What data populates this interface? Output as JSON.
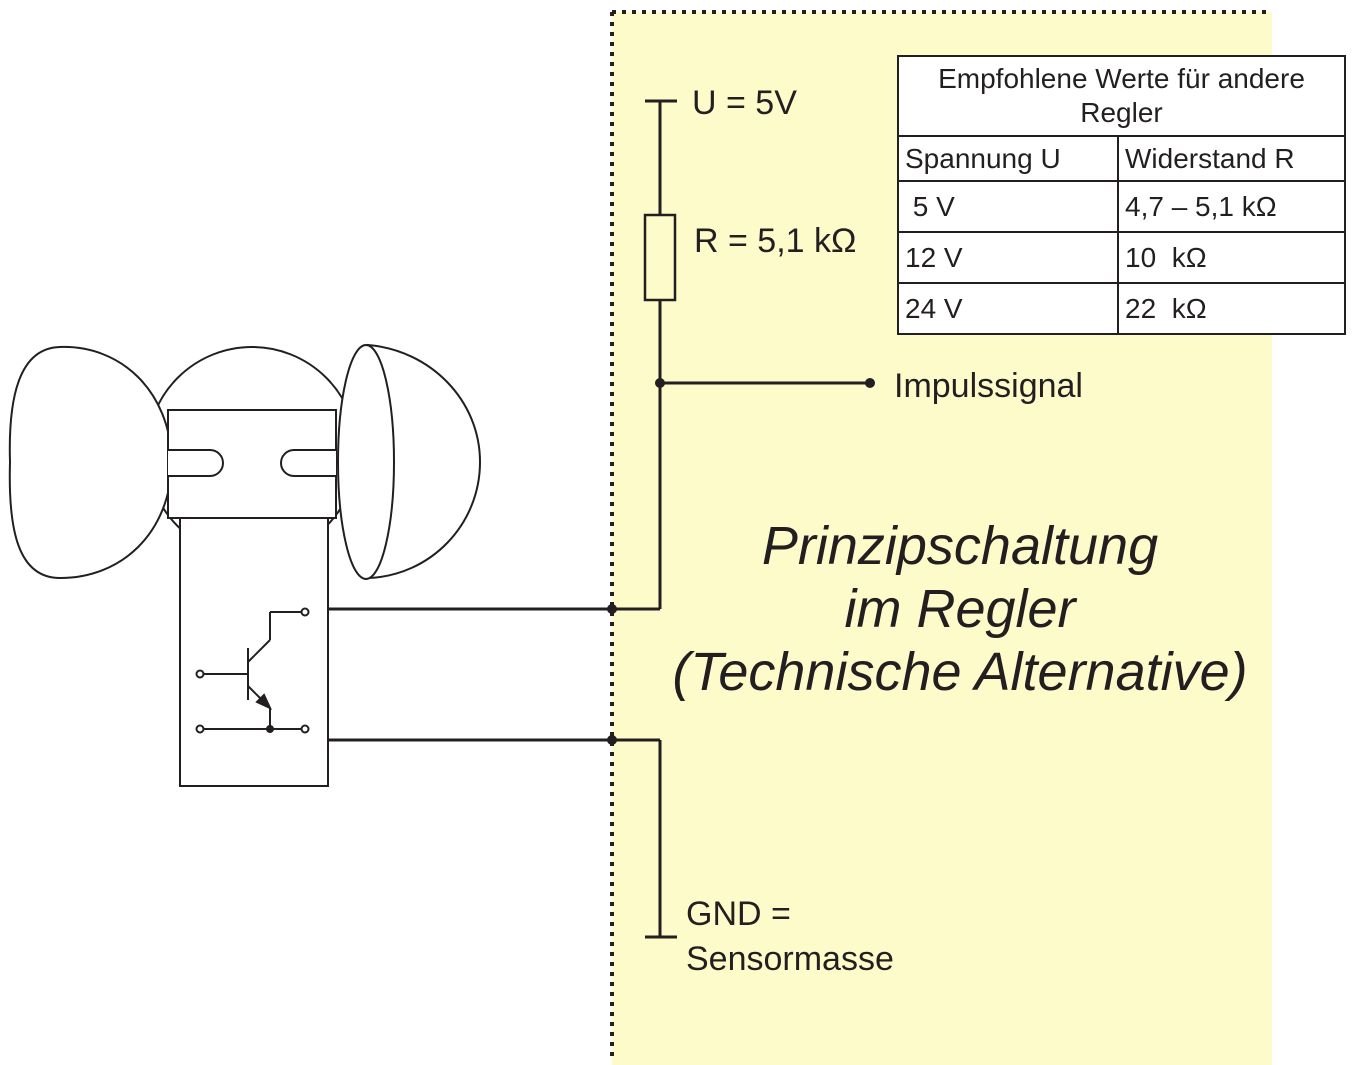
{
  "labels": {
    "voltage": "U = 5V",
    "resistor": "R = 5,1 kΩ",
    "signal": "Impulssignal",
    "gnd_line1": "GND =",
    "gnd_line2": "Sensormasse"
  },
  "center_text": {
    "line1": "Prinzipschaltung",
    "line2": "im Regler",
    "line3": "(Technische Alternative)"
  },
  "table": {
    "caption": "Empfohlene Werte für andere Regler",
    "header": [
      "Spannung U",
      "Widerstand R"
    ],
    "rows": [
      {
        "voltage": " 5 V",
        "resistance": "4,7 – 5,1 kΩ"
      },
      {
        "voltage": "12 V",
        "resistance": "10  kΩ"
      },
      {
        "voltage": "24 V",
        "resistance": "22  kΩ"
      }
    ]
  },
  "colors": {
    "controller_background": "#fefbcb",
    "line": "#231f20",
    "border_dots": "#231f20"
  }
}
